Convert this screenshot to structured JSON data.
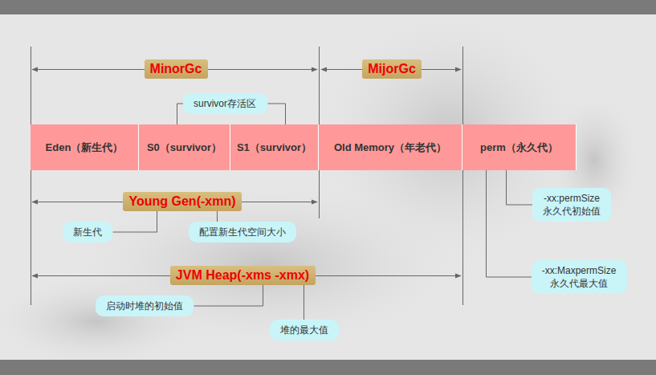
{
  "diagram": {
    "nodes": [
      {
        "text": [
          "MinorGc"
        ]
      },
      {
        "text": [
          "MijorGc"
        ]
      },
      {
        "text": [
          "survivor存活区"
        ]
      },
      {
        "text": [
          "Eden（新生代）"
        ]
      },
      {
        "text": [
          "S0（survivor）"
        ]
      },
      {
        "text": [
          "S1（survivor）"
        ]
      },
      {
        "text": [
          "Old Memory（年老代）"
        ]
      },
      {
        "text": [
          "perm（永久代）"
        ]
      },
      {
        "text": [
          "Young Gen(-xmn)"
        ]
      },
      {
        "text": [
          "新生代"
        ]
      },
      {
        "text": [
          "配置新生代空间大小"
        ]
      },
      {
        "text": [
          "-xx:permSize",
          "永久代初始值"
        ]
      },
      {
        "text": [
          "-xx:MaxpermSize",
          "永久代最大值"
        ]
      },
      {
        "text": [
          "JVM Heap(-xms -xmx)"
        ]
      },
      {
        "text": [
          "启动时堆的初始值"
        ]
      },
      {
        "text": [
          "堆的最大值"
        ]
      }
    ],
    "edges": [
      {
        "from": 2,
        "to": 4,
        "arrow": "none"
      },
      {
        "from": 2,
        "to": 5,
        "arrow": "none"
      },
      {
        "from": 9,
        "to": 8,
        "arrow": "none"
      },
      {
        "from": 10,
        "to": 8,
        "arrow": "none"
      },
      {
        "from": 11,
        "to": 7,
        "arrow": "none"
      },
      {
        "from": 12,
        "to": 7,
        "arrow": "none"
      },
      {
        "from": 14,
        "to": 13,
        "arrow": "none"
      },
      {
        "from": 15,
        "to": 13,
        "arrow": "none"
      }
    ]
  }
}
